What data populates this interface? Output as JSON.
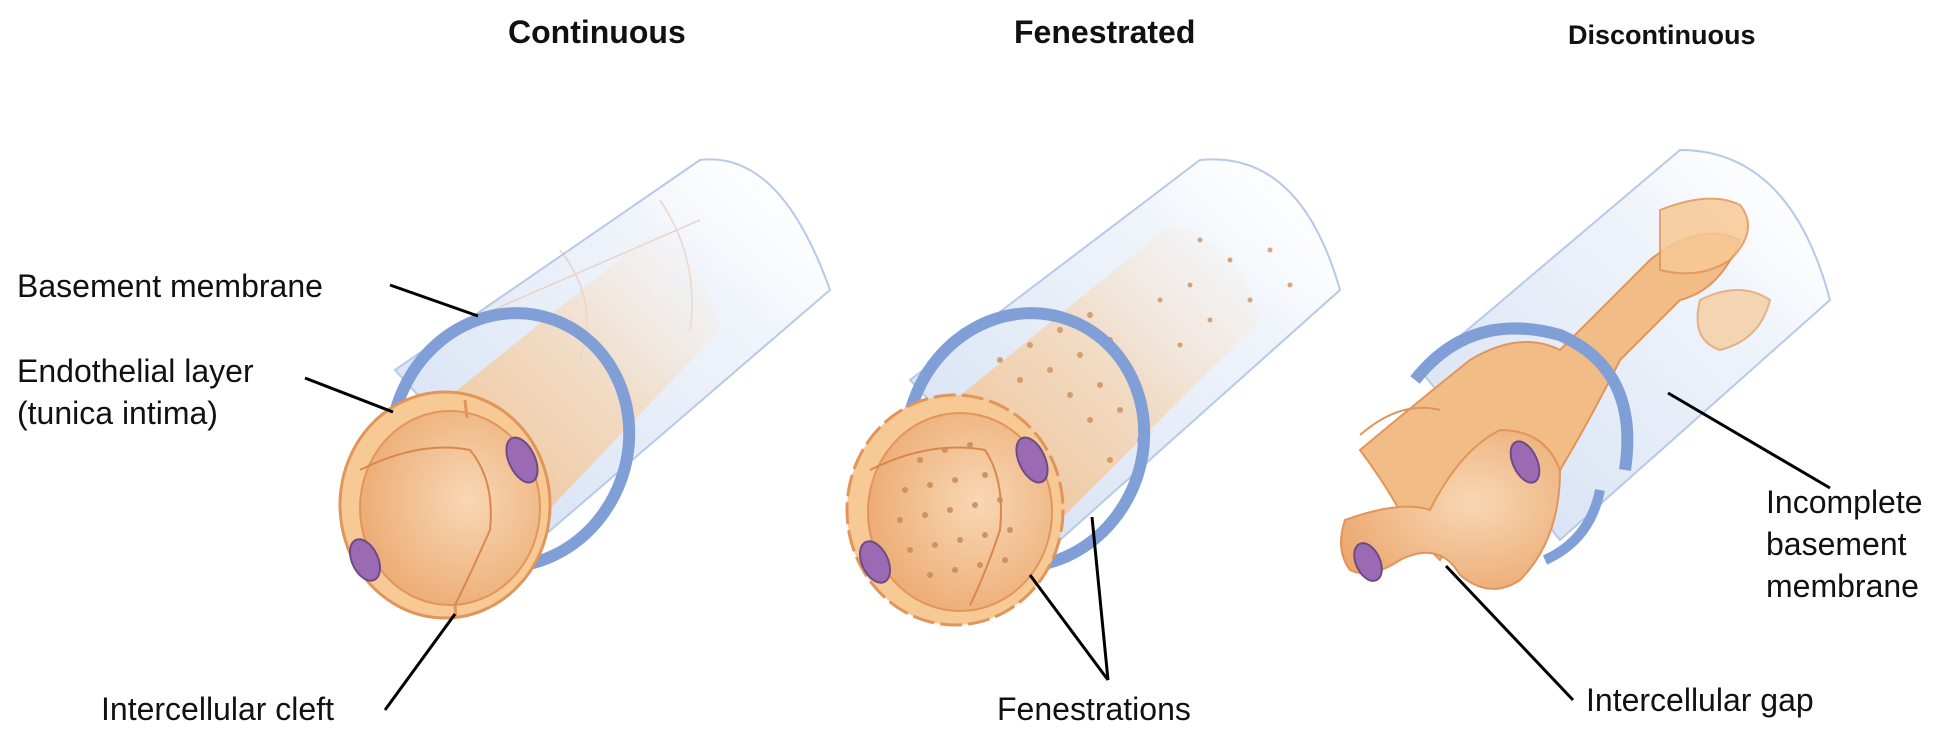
{
  "titles": {
    "continuous": "Continuous",
    "fenestrated": "Fenestrated",
    "discontinuous": "Discontinuous"
  },
  "labels": {
    "basement_membrane": "Basement membrane",
    "endothelial_layer_line1": "Endothelial layer",
    "endothelial_layer_line2": "(tunica intima)",
    "intercellular_cleft": "Intercellular cleft",
    "fenestrations": "Fenestrations",
    "incomplete_line1": "Incomplete",
    "incomplete_line2": "basement",
    "incomplete_line3": "membrane",
    "intercellular_gap": "Intercellular gap"
  },
  "colors": {
    "membrane_blue": "#7f9fd6",
    "membrane_fill": "#dfe8f6",
    "endothelium": "#f2bc86",
    "endothelium_light": "#f9dcb8",
    "endothelium_edge": "#e2955a",
    "nucleus": "#9a6bb3",
    "lumen_shadow": "#e9a66b"
  }
}
